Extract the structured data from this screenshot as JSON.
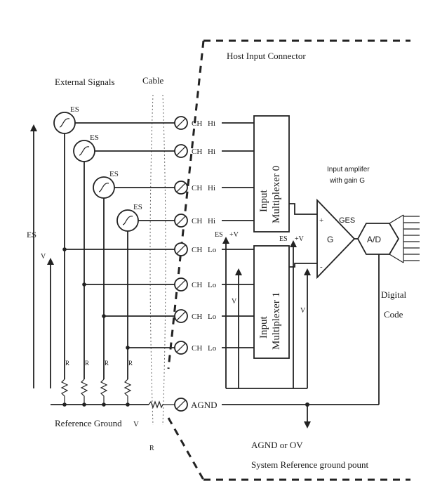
{
  "labels": {
    "host_input_connector": "Host Input Connector",
    "external_signals": "External Signals",
    "cable": "Cable",
    "mux0_line1": "Input",
    "mux0_line2": "Multiplexer 0",
    "mux1_line1": "Input",
    "mux1_line2": "Multiplexer 1",
    "amp_caption_1": "Input amplifer",
    "amp_caption_2": "with gain G",
    "amp_gain": "G",
    "adc": "A/D",
    "digital_1": "Digital",
    "digital_2": "Code",
    "agnd": "AGND",
    "reference_ground": "Reference Ground",
    "agnd_or_0v": "AGND or OV",
    "system_reference": "System Reference ground pount",
    "ges": "GES",
    "es_left": "ES",
    "v_cm_left": "V",
    "v_cm_bottom": "V",
    "r_lead": "R",
    "hi": "Hi",
    "lo": "Lo",
    "es_mux": "ES",
    "v_mux_top": "+V",
    "es_amp": "ES",
    "v_amp_top": "+V",
    "v_mux_bottom": "V",
    "v_amp_bottom": "V",
    "plus": "+",
    "minus": "-"
  },
  "signal_sources": [
    {
      "label": "ES"
    },
    {
      "label": "ES"
    },
    {
      "label": "ES"
    },
    {
      "label": "ES"
    }
  ],
  "channels": [
    {
      "name": "CH",
      "pin": "Hi"
    },
    {
      "name": "CH",
      "pin": "Hi"
    },
    {
      "name": "CH",
      "pin": "Hi"
    },
    {
      "name": "CH",
      "pin": "Hi"
    },
    {
      "name": "CH",
      "pin": "Lo"
    },
    {
      "name": "CH",
      "pin": "Lo"
    },
    {
      "name": "CH",
      "pin": "Lo"
    },
    {
      "name": "CH",
      "pin": "Lo"
    }
  ],
  "resistors": [
    {
      "label": "R"
    },
    {
      "label": "R"
    },
    {
      "label": "R"
    },
    {
      "label": "R"
    }
  ]
}
